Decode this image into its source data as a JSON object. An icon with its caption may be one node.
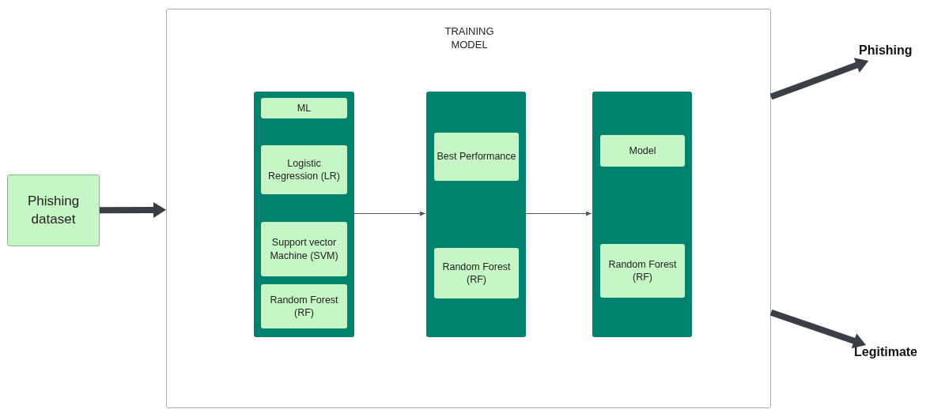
{
  "diagram": {
    "nodes": [
      {
        "text": [
          "Phishing dataset"
        ]
      },
      {
        "text": [
          "TRAINING MODEL"
        ]
      },
      {
        "text": [],
        "shape": "box",
        "in": 1
      },
      {
        "text": [
          "ML"
        ],
        "in": 2
      },
      {
        "text": [
          "Logistic Regression (LR)"
        ],
        "in": 2
      },
      {
        "text": [
          "Support vector Machine (SVM)"
        ],
        "in": 2
      },
      {
        "text": [
          "Random Forest (RF)"
        ],
        "in": 2
      },
      {
        "text": [],
        "shape": "box",
        "in": 1
      },
      {
        "text": [
          "Best Performance"
        ],
        "in": 7
      },
      {
        "text": [
          "Random Forest (RF)"
        ],
        "in": 7
      },
      {
        "text": [],
        "shape": "box",
        "in": 1
      },
      {
        "text": [
          "Model"
        ],
        "in": 10
      },
      {
        "text": [
          "Random Forest (RF)"
        ],
        "in": 10
      },
      {
        "text": [
          "Phishing"
        ]
      },
      {
        "text": [
          "Legitimate"
        ]
      }
    ],
    "edges": [
      {
        "from": 0,
        "to": 1,
        "arrow": "to",
        "style": "thick"
      },
      {
        "from": 2,
        "to": 7,
        "arrow": "to"
      },
      {
        "from": 7,
        "to": 10,
        "arrow": "to"
      },
      {
        "from": 1,
        "to": 13,
        "arrow": "to",
        "style": "thick"
      },
      {
        "from": 1,
        "to": 14,
        "arrow": "to",
        "style": "thick"
      }
    ]
  }
}
